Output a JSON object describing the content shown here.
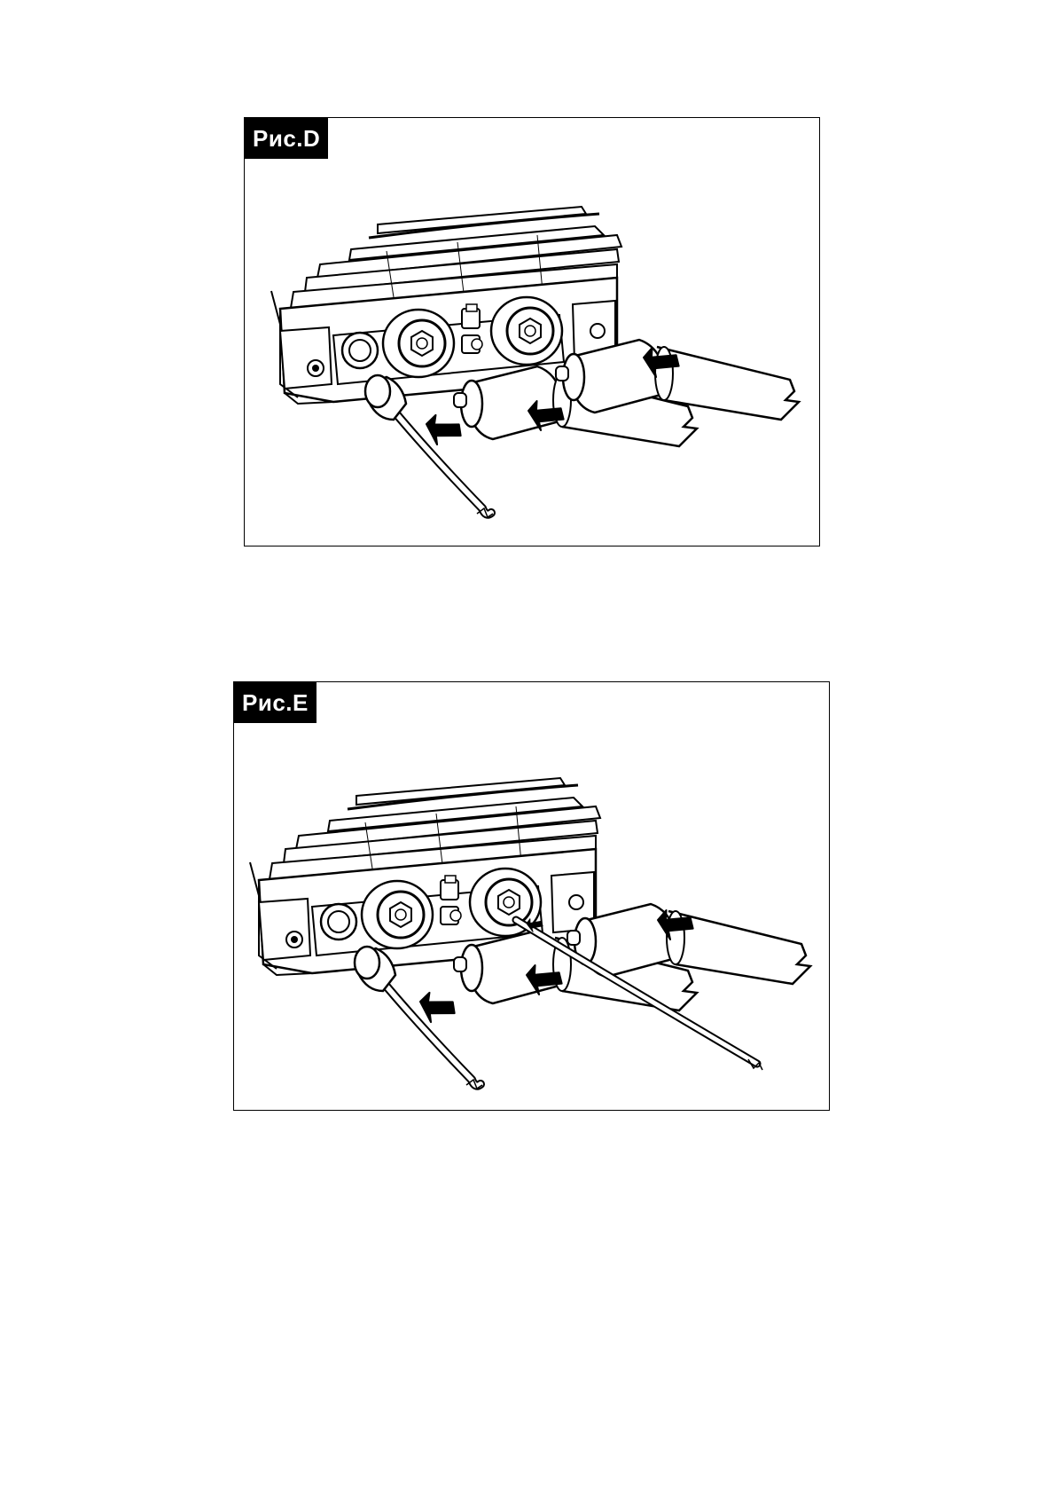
{
  "figures": [
    {
      "label": "Рис.D"
    },
    {
      "label": "Рис.E"
    }
  ],
  "colors": {
    "line": "#000000",
    "label_bg": "#000000",
    "label_text": "#ffffff"
  },
  "illustration": {
    "subject": "welder-front-panel-connectors"
  }
}
